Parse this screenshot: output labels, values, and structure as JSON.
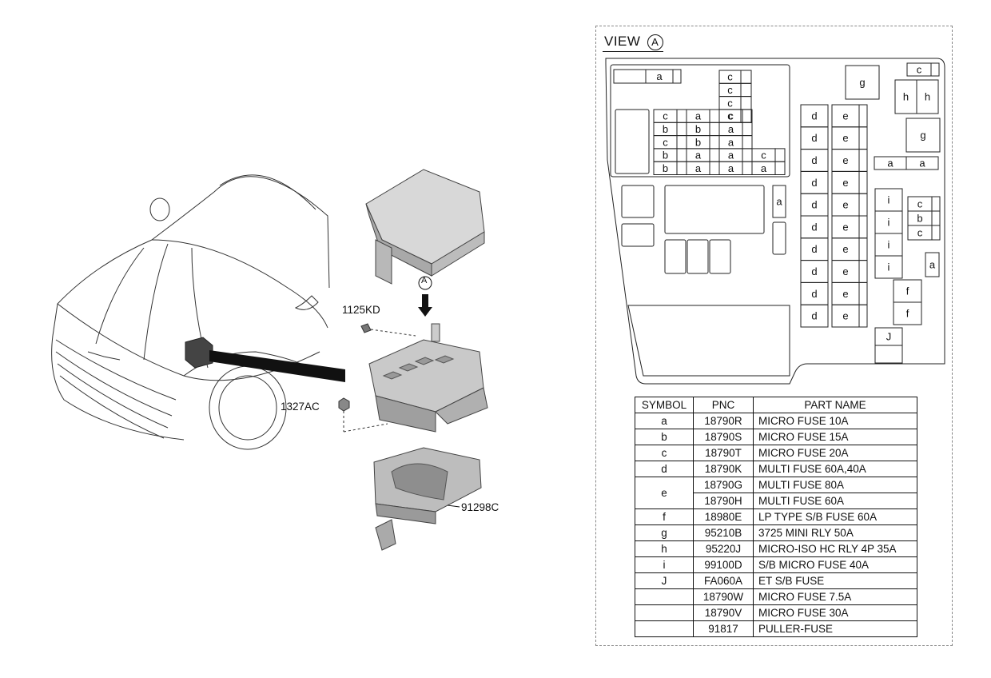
{
  "callouts": {
    "view_marker": "A",
    "bolt": "1125KD",
    "nut": "1327AC",
    "housing": "91298C"
  },
  "view": {
    "title": "VIEW",
    "marker": "A"
  },
  "fuse_slots": {
    "top_a": "a",
    "c_col": [
      "c",
      "c",
      "c",
      "c"
    ],
    "grid": [
      [
        "c",
        "a",
        "c"
      ],
      [
        "b",
        "b",
        "a"
      ],
      [
        "c",
        "b",
        "a"
      ],
      [
        "b",
        "a",
        "a",
        "c"
      ],
      [
        "b",
        "a",
        "a",
        "a"
      ]
    ],
    "mid_a": "a",
    "d_col": [
      "d",
      "d",
      "d",
      "d",
      "d",
      "d",
      "d",
      "d",
      "d",
      "d"
    ],
    "e_col": [
      "e",
      "e",
      "e",
      "e",
      "e",
      "e",
      "e",
      "e",
      "e",
      "e"
    ],
    "g1": "g",
    "g2": "g",
    "c_top_right": "c",
    "h": [
      "h",
      "h"
    ],
    "a_pair": [
      "a",
      "a"
    ],
    "i_col": [
      "i",
      "i",
      "i",
      "i"
    ],
    "cbc": [
      "c",
      "b",
      "c"
    ],
    "a_right": "a",
    "f": [
      "f",
      "f"
    ],
    "j": "J"
  },
  "table": {
    "headers": [
      "SYMBOL",
      "PNC",
      "PART NAME"
    ],
    "rows": [
      {
        "symbol": "a",
        "pnc": "18790R",
        "name": "MICRO FUSE 10A"
      },
      {
        "symbol": "b",
        "pnc": "18790S",
        "name": "MICRO FUSE 15A"
      },
      {
        "symbol": "c",
        "pnc": "18790T",
        "name": "MICRO FUSE 20A"
      },
      {
        "symbol": "d",
        "pnc": "18790K",
        "name": "MULTI FUSE 60A,40A"
      },
      {
        "symbol": "e",
        "pnc": "18790G",
        "name": "MULTI FUSE 80A"
      },
      {
        "symbol": "",
        "pnc": "18790H",
        "name": "MULTI FUSE 60A"
      },
      {
        "symbol": "f",
        "pnc": "18980E",
        "name": "LP  TYPE S/B FUSE 60A"
      },
      {
        "symbol": "g",
        "pnc": "95210B",
        "name": "3725 MINI RLY 50A"
      },
      {
        "symbol": "h",
        "pnc": "95220J",
        "name": "MICRO-ISO HC RLY 4P 35A"
      },
      {
        "symbol": "i",
        "pnc": "99100D",
        "name": "S/B MICRO FUSE 40A"
      },
      {
        "symbol": "J",
        "pnc": "FA060A",
        "name": "ET S/B FUSE"
      },
      {
        "symbol": "",
        "pnc": "18790W",
        "name": "MICRO FUSE 7.5A"
      },
      {
        "symbol": "",
        "pnc": "18790V",
        "name": "MICRO FUSE 30A"
      },
      {
        "symbol": "",
        "pnc": "91817",
        "name": "PULLER-FUSE"
      }
    ]
  }
}
